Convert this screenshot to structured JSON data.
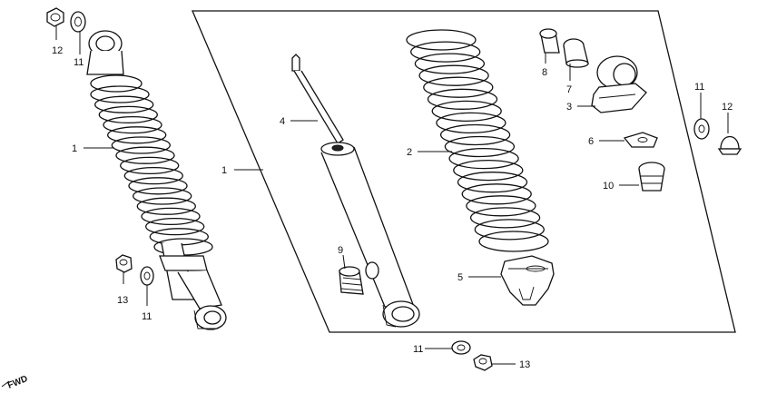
{
  "diagram": {
    "callouts": [
      {
        "id": "c12a",
        "text": "12"
      },
      {
        "id": "c11a",
        "text": "11"
      },
      {
        "id": "c1a",
        "text": "1"
      },
      {
        "id": "c13a",
        "text": "13"
      },
      {
        "id": "c11b",
        "text": "11"
      },
      {
        "id": "c1b",
        "text": "1"
      },
      {
        "id": "c4",
        "text": "4"
      },
      {
        "id": "c9",
        "text": "9"
      },
      {
        "id": "c2",
        "text": "2"
      },
      {
        "id": "c5",
        "text": "5"
      },
      {
        "id": "c8",
        "text": "8"
      },
      {
        "id": "c7",
        "text": "7"
      },
      {
        "id": "c3",
        "text": "3"
      },
      {
        "id": "c6",
        "text": "6"
      },
      {
        "id": "c10",
        "text": "10"
      },
      {
        "id": "c11c",
        "text": "11"
      },
      {
        "id": "c12b",
        "text": "12"
      },
      {
        "id": "c11d",
        "text": "11"
      },
      {
        "id": "c13b",
        "text": "13"
      }
    ],
    "fwd_label": "FWD"
  }
}
